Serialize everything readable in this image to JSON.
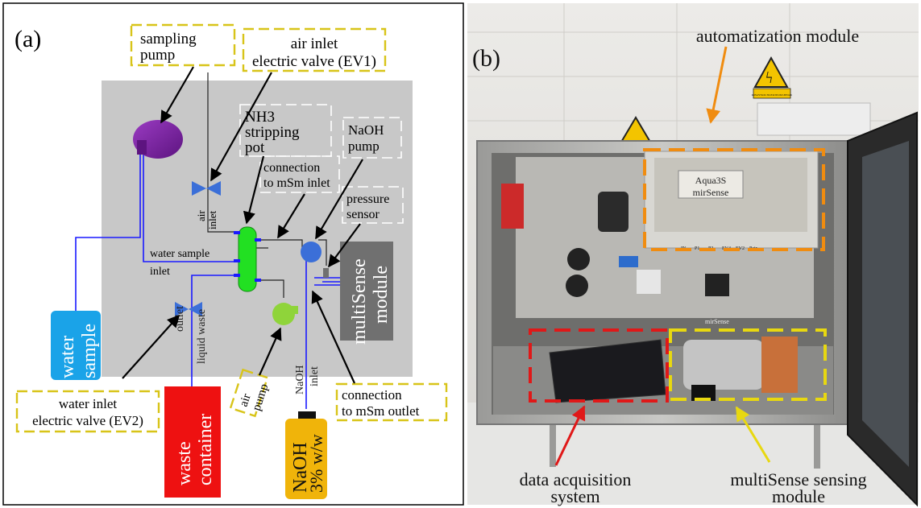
{
  "panel_a": {
    "label": "(a)",
    "boxes": {
      "sampling_pump": [
        "sampling",
        "pump"
      ],
      "air_inlet_valve": [
        "air inlet",
        "electric valve (EV1)"
      ],
      "stripping_pot": [
        "NH3",
        "stripping",
        "pot"
      ],
      "naoh_pump": [
        "NaOH",
        "pump"
      ],
      "connection_inlet": [
        "connection",
        "to mSm inlet"
      ],
      "pressure_sensor": [
        "pressure",
        "sensor"
      ],
      "water_inlet_valve": [
        "water inlet",
        "electric valve (EV2)"
      ],
      "air_pump": [
        "air",
        "pump"
      ],
      "connection_outlet": [
        "connection",
        "to mSm outlet"
      ]
    },
    "labels": {
      "air_inlet": [
        "air",
        "inlet"
      ],
      "water_sample_inlet": [
        "water sample",
        "inlet"
      ],
      "liquid_waste_outlet": [
        "liquid waste",
        "outlet"
      ],
      "naoh_inlet": [
        "NaOH",
        "inlet"
      ]
    },
    "blocks": {
      "water_sample": [
        "water",
        "sample"
      ],
      "multisense": [
        "multiSense",
        "module"
      ],
      "waste_container": [
        "waste",
        "container"
      ],
      "naoh_bottle": [
        "NaOH",
        "3% w/w"
      ]
    },
    "colors": {
      "tube": "#1a1aff",
      "pump_purple": "#7a1fa0",
      "pot_green": "#22e022",
      "naoh_pump_blue": "#3b6fd8",
      "air_pump_green": "#8fd43a",
      "water_sample": "#1aa3e8",
      "waste": "#ee1111",
      "naoh": "#f0b40a",
      "multisense": "#707070",
      "dashed_yellow": "#d8c419",
      "backdrop": "#c8c8c8"
    }
  },
  "panel_b": {
    "label": "(b)",
    "annotations": {
      "automatization": "automatization module",
      "data_acquisition": [
        "data acquisition",
        "system"
      ],
      "multisense_module": [
        "multiSense sensing",
        "module"
      ]
    },
    "device_text": {
      "controller_1": "Aqua3S",
      "controller_2": "mirSense",
      "channels": [
        "IN",
        "P1",
        "P2",
        "EV4",
        "EV2",
        "Pair"
      ],
      "sensor_brand": "mirSense",
      "sign_text": "ΚΙΝΔΥΝΟΣ ΗΛΕΚΤΡΟΠΛΗΞΙΑΣ"
    },
    "colors": {
      "orange": "#f08c10",
      "red": "#e01818",
      "yellow": "#e8d810"
    }
  }
}
